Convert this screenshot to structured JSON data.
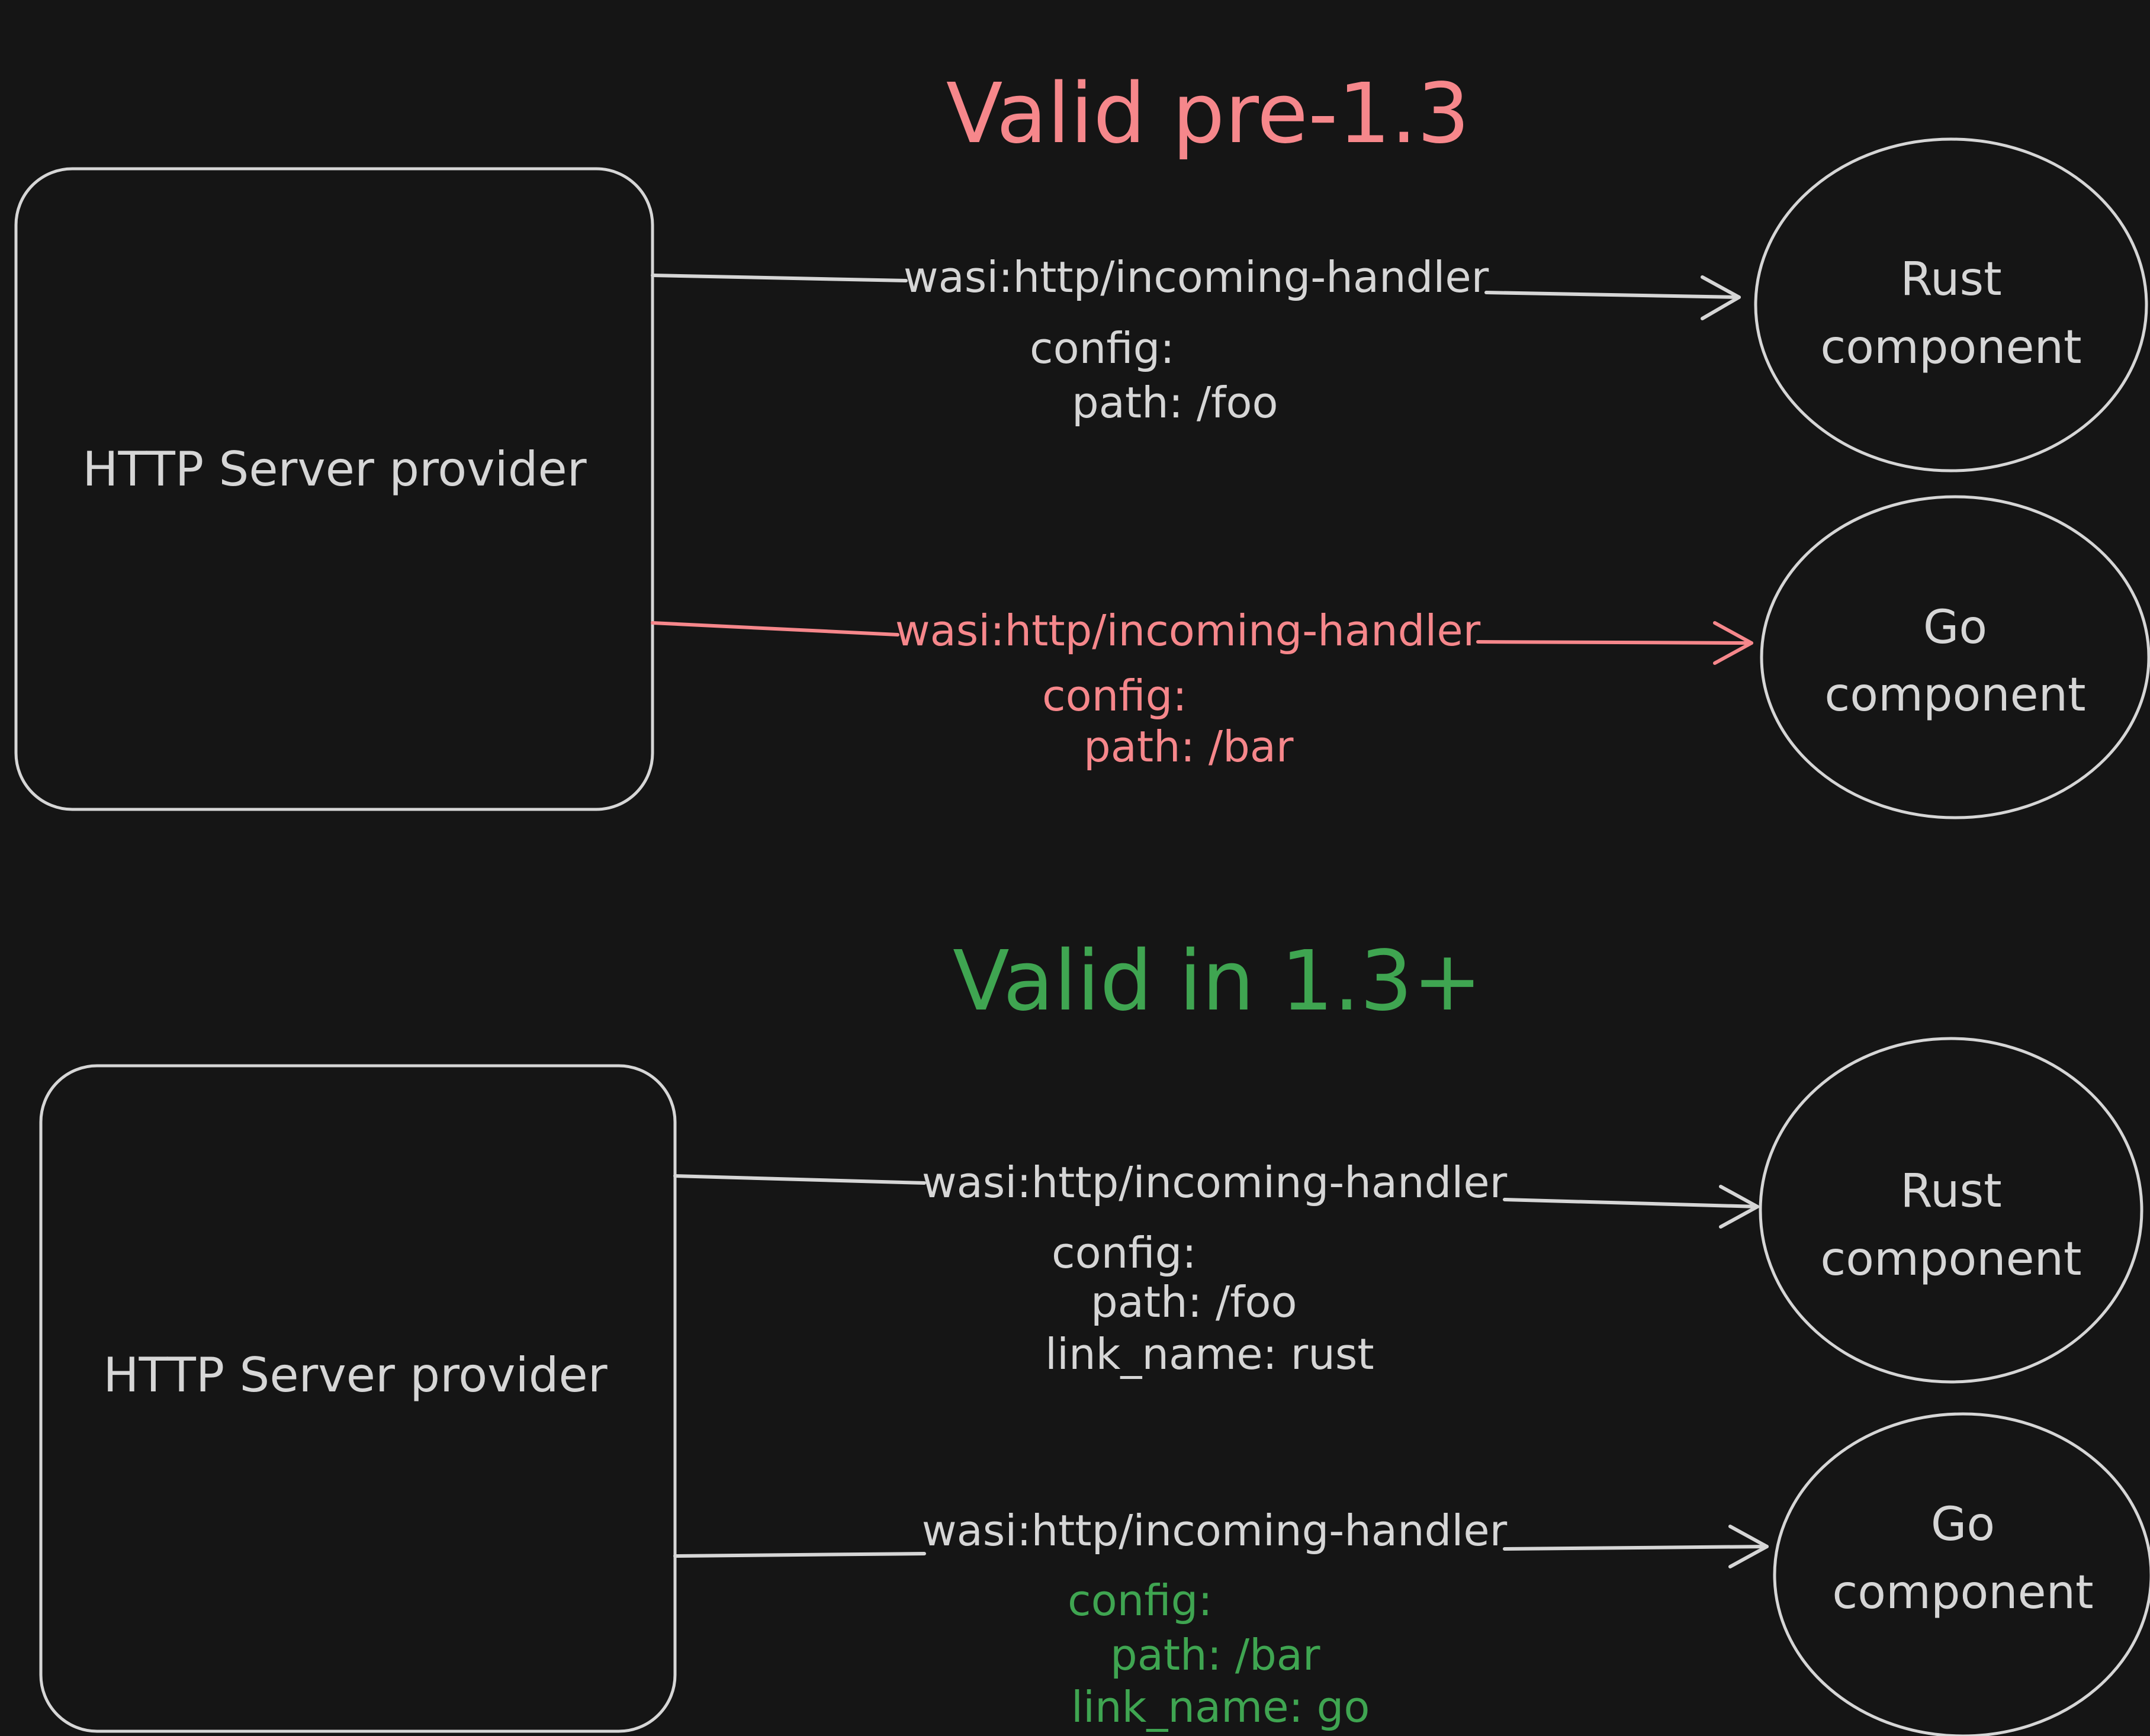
{
  "colors": {
    "bg": "#151515",
    "ink": "#d6d6d6",
    "red": "#f6878b",
    "green": "#3fa551"
  },
  "pre": {
    "title": "Valid pre-1.3",
    "provider": "HTTP Server provider",
    "link1": {
      "interface": "wasi:http/incoming-handler",
      "config": "config:",
      "path": "path: /foo"
    },
    "link2": {
      "interface": "wasi:http/incoming-handler",
      "config": "config:",
      "path": "path: /bar"
    },
    "rust": {
      "line1": "Rust",
      "line2": "component"
    },
    "go": {
      "line1": "Go",
      "line2": "component"
    }
  },
  "post": {
    "title": "Valid in 1.3+",
    "provider": "HTTP Server provider",
    "link1": {
      "interface": "wasi:http/incoming-handler",
      "config": "config:",
      "path": "path: /foo",
      "link_name": "link_name: rust"
    },
    "link2": {
      "interface": "wasi:http/incoming-handler",
      "config": "config:",
      "path": "path: /bar",
      "link_name": "link_name: go"
    },
    "rust": {
      "line1": "Rust",
      "line2": "component"
    },
    "go": {
      "line1": "Go",
      "line2": "component"
    }
  }
}
